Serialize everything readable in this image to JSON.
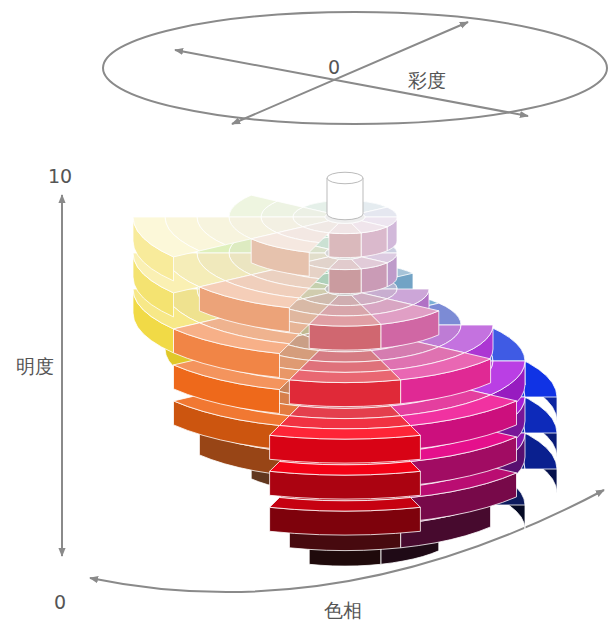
{
  "diagram": {
    "labels": [
      "0",
      "彩度",
      "10",
      "明度",
      "0",
      "色相"
    ]
  }
}
